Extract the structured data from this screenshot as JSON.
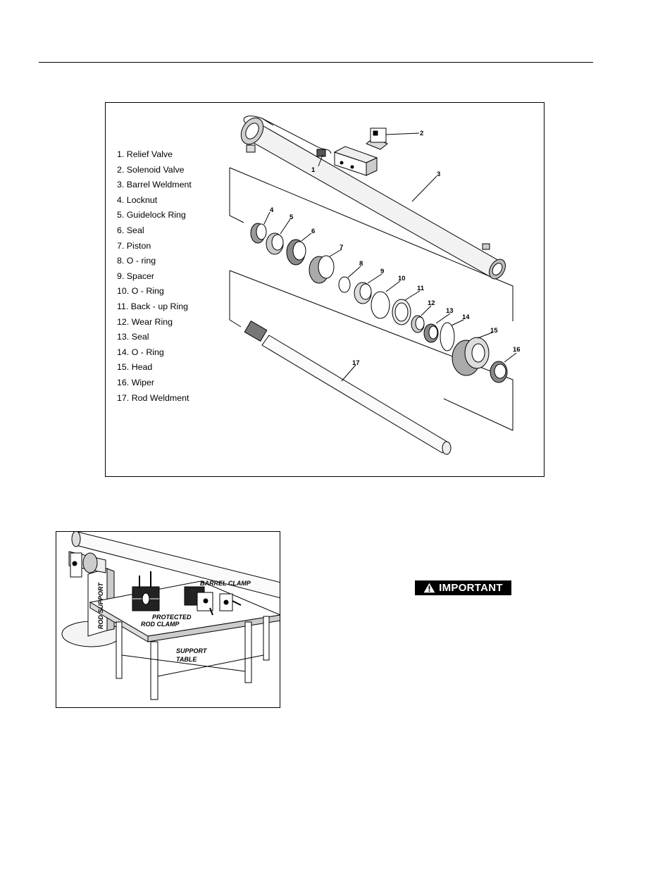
{
  "figure1": {
    "legend": [
      {
        "num": "1.",
        "text": "Relief Valve"
      },
      {
        "num": "2.",
        "text": "Solenoid Valve"
      },
      {
        "num": "3.",
        "text": "Barrel Weldment"
      },
      {
        "num": "4.",
        "text": "Locknut"
      },
      {
        "num": "5.",
        "text": "Guidelock Ring"
      },
      {
        "num": "6.",
        "text": "Seal"
      },
      {
        "num": "7.",
        "text": "Piston"
      },
      {
        "num": "8.",
        "text": "O - ring"
      },
      {
        "num": "9.",
        "text": "Spacer"
      },
      {
        "num": "10.",
        "text": "O - Ring"
      },
      {
        "num": "11.",
        "text": "Back - up Ring"
      },
      {
        "num": "12.",
        "text": "Wear Ring"
      },
      {
        "num": "13.",
        "text": "Seal"
      },
      {
        "num": "14.",
        "text": "O - Ring"
      },
      {
        "num": "15.",
        "text": "Head"
      },
      {
        "num": "16.",
        "text": "Wiper"
      },
      {
        "num": "17.",
        "text": "Rod Weldment"
      }
    ],
    "callouts": [
      "1",
      "2",
      "3",
      "4",
      "5",
      "6",
      "7",
      "8",
      "9",
      "10",
      "11",
      "12",
      "13",
      "14",
      "15",
      "16",
      "17"
    ]
  },
  "figure2": {
    "barrel_clamp": "BARREL CLAMP",
    "protected": "PROTECTED",
    "rod_clamp": "ROD CLAMP",
    "rod_support": "ROD SUPPORT",
    "support": "SUPPORT",
    "table": "TABLE"
  },
  "notice": {
    "label": "IMPORTANT",
    "icon": "warning-triangle-icon"
  }
}
